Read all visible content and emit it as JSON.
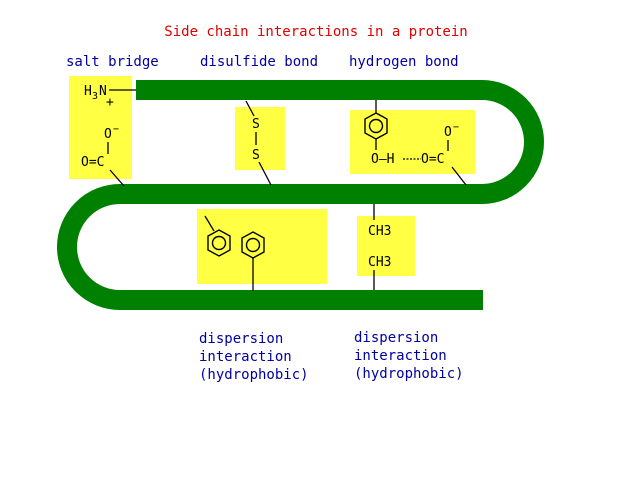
{
  "title": "Side chain interactions in a protein",
  "labels": {
    "salt_bridge": "salt bridge",
    "disulfide_bond": "disulfide bond",
    "hydrogen_bond": "hydrogen bond",
    "dispersion_left": [
      "dispersion",
      "interaction",
      "(hydrophobic)"
    ],
    "dispersion_right": [
      "dispersion",
      "interaction",
      "(hydrophobic)"
    ]
  },
  "salt_bridge": {
    "amine": "H3N",
    "amine_sub": "3",
    "amine_prefix": "H",
    "amine_suffix": "N",
    "plus": "+",
    "oxide": "O",
    "minus": "−",
    "carbonyl": "O=C"
  },
  "disulfide": {
    "s1": "S",
    "s2": "S"
  },
  "hydrogen": {
    "oh": "O–H",
    "carbonyl": "O=C",
    "oxide": "O",
    "minus": "−"
  },
  "methyl": {
    "a": "CH3",
    "b": "CH3"
  },
  "colors": {
    "backbone": "#008000",
    "box": "#ffff44",
    "title": "#e00000",
    "label": "#0000a0"
  }
}
